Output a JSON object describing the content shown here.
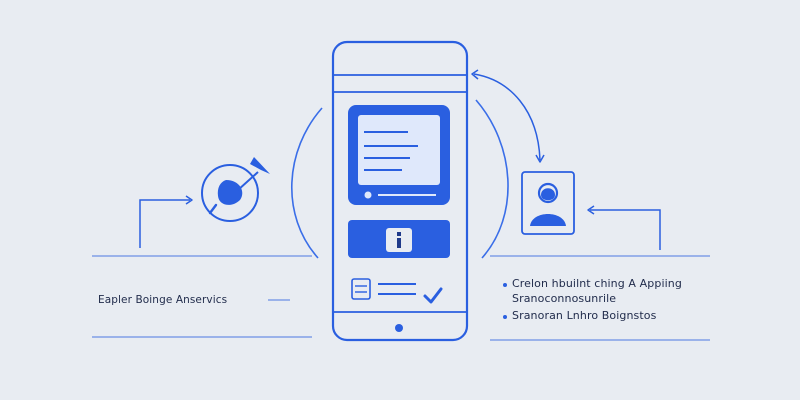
{
  "left_caption": "Eapler Boinge Anservics",
  "right_items": [
    "Crelon hbuilnt ching A Appiing",
    "Sranoconnosunrile",
    "Sranoran Lnhro Boignstos"
  ],
  "colors": {
    "background": "#e8ecf2",
    "accent": "#2a5fe0",
    "line": "#3a6ee8",
    "text": "#1f2a4a"
  },
  "icons": [
    "smartphone-icon",
    "info-icon",
    "checkmark-icon",
    "satellite-dish-icon",
    "user-avatar-icon",
    "arrow-icon"
  ]
}
